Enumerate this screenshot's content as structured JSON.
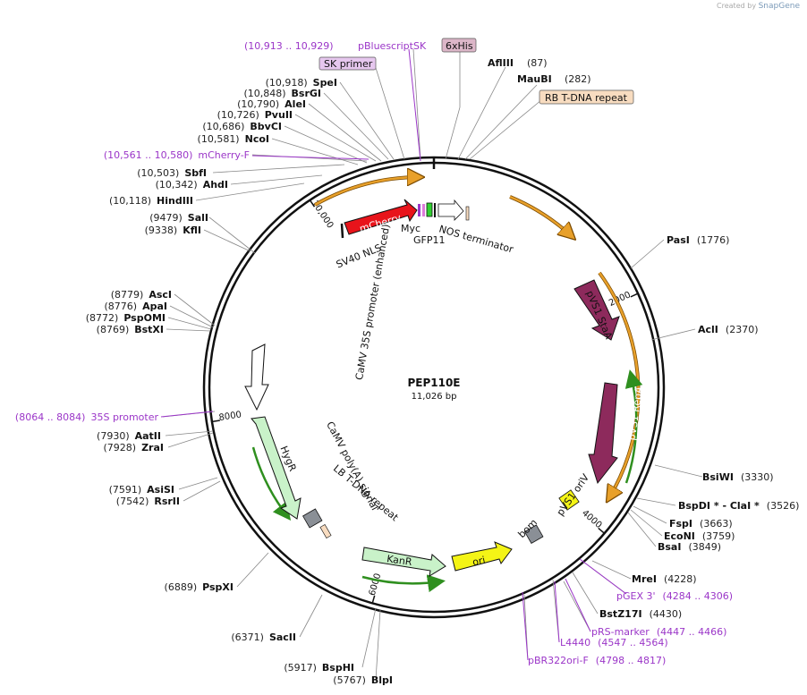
{
  "credit": {
    "prefix": "Created by",
    "brand": "SnapGene"
  },
  "plasmid": {
    "name": "PEP110E",
    "size_label": "11,026 bp",
    "length": 11026
  },
  "colors": {
    "mCherry": "#e8141b",
    "statA": "#8d2a5c",
    "kanr": "#c9f2c9",
    "hygr": "#c9f2c9",
    "ori": "#f4f416",
    "primer": "#9b36c8",
    "orange_arrow": "#e8a02a",
    "green_arrow": "#2f8f1f",
    "feature_box_purple": "#e6c7ee",
    "feature_box_peach": "#f8dcc0",
    "feature_box_mauve": "#dcb6c8"
  },
  "ticks": [
    {
      "bp": 2000,
      "label": "2000"
    },
    {
      "bp": 4000,
      "label": "4000"
    },
    {
      "bp": 6000,
      "label": "6000"
    },
    {
      "bp": 8000,
      "label": "8000"
    },
    {
      "bp": 10000,
      "label": "10,000"
    }
  ],
  "top_labels": [
    {
      "pos": "(10,913 .. 10,929)",
      "name": "pBluescriptSK",
      "kind": "primer"
    },
    {
      "name": "SK primer",
      "kind": "box_purple"
    },
    {
      "name": "6xHis",
      "kind": "box_mauve"
    },
    {
      "name": "AflIII",
      "pos": "(87)",
      "kind": "enzyme"
    },
    {
      "name": "MauBI",
      "pos": "(282)",
      "kind": "enzyme"
    },
    {
      "name": "RB T-DNA repeat",
      "kind": "box_peach"
    }
  ],
  "left_sites": [
    {
      "pos": "(10,918)",
      "name": "SpeI"
    },
    {
      "pos": "(10,848)",
      "name": "BsrGI"
    },
    {
      "pos": "(10,790)",
      "name": "AleI"
    },
    {
      "pos": "(10,726)",
      "name": "PvuII"
    },
    {
      "pos": "(10,686)",
      "name": "BbvCI"
    },
    {
      "pos": "(10,581)",
      "name": "NcoI"
    },
    {
      "pos": "(10,561 .. 10,580)",
      "name": "mCherry-F",
      "primer": true
    },
    {
      "pos": "(10,503)",
      "name": "SbfI"
    },
    {
      "pos": "(10,342)",
      "name": "AhdI"
    },
    {
      "pos": "(10,118)",
      "name": "HindIII"
    },
    {
      "pos": "(9479)",
      "name": "SalI"
    },
    {
      "pos": "(9338)",
      "name": "KflI"
    },
    {
      "pos": "(8779)",
      "name": "AscI"
    },
    {
      "pos": "(8776)",
      "name": "ApaI"
    },
    {
      "pos": "(8772)",
      "name": "PspOMI"
    },
    {
      "pos": "(8769)",
      "name": "BstXI"
    },
    {
      "pos": "(8064 .. 8084)",
      "name": "35S promoter",
      "primer": true
    },
    {
      "pos": "(7930)",
      "name": "AatII"
    },
    {
      "pos": "(7928)",
      "name": "ZraI"
    },
    {
      "pos": "(7591)",
      "name": "AsiSI"
    },
    {
      "pos": "(7542)",
      "name": "RsrII"
    },
    {
      "pos": "(6889)",
      "name": "PspXI"
    },
    {
      "pos": "(6371)",
      "name": "SacII"
    },
    {
      "pos": "(5917)",
      "name": "BspHI"
    },
    {
      "pos": "(5767)",
      "name": "BlpI"
    }
  ],
  "right_sites": [
    {
      "name": "PasI",
      "pos": "(1776)"
    },
    {
      "name": "AclI",
      "pos": "(2370)"
    },
    {
      "name": "BsiWI",
      "pos": "(3330)"
    },
    {
      "name": "BspDI * - ClaI *",
      "pos": "(3526)"
    },
    {
      "name": "FspI",
      "pos": "(3663)"
    },
    {
      "name": "EcoNI",
      "pos": "(3759)"
    },
    {
      "name": "BsaI",
      "pos": "(3849)"
    },
    {
      "name": "MreI",
      "pos": "(4228)"
    },
    {
      "name": "pGEX 3'",
      "pos": "(4284 .. 4306)",
      "primer": true
    },
    {
      "name": "BstZ17I",
      "pos": "(4430)"
    },
    {
      "name": "pRS-marker",
      "pos": "(4447 .. 4466)",
      "primer": true
    },
    {
      "name": "L4440",
      "pos": "(4547 .. 4564)",
      "primer": true
    },
    {
      "name": "pBR322ori-F",
      "pos": "(4798 .. 4817)",
      "primer": true
    }
  ],
  "features": {
    "mCherry": "mCherry",
    "sv40": "SV40 NLS",
    "myc": "Myc",
    "gfp11": "GFP11",
    "nos": "NOS terminator",
    "stata": "pVS1 StaA",
    "repa": "pVS1 RepA",
    "oriv": "pVS1 oriV",
    "bom": "bom",
    "ori": "ori",
    "kanr": "KanR",
    "hygr": "HygR",
    "camv_polya": "CaMV poly(A) signal",
    "camv_35s": "CaMV 35S promoter (enhanced)",
    "lb": "LB T-DNA repeat"
  }
}
